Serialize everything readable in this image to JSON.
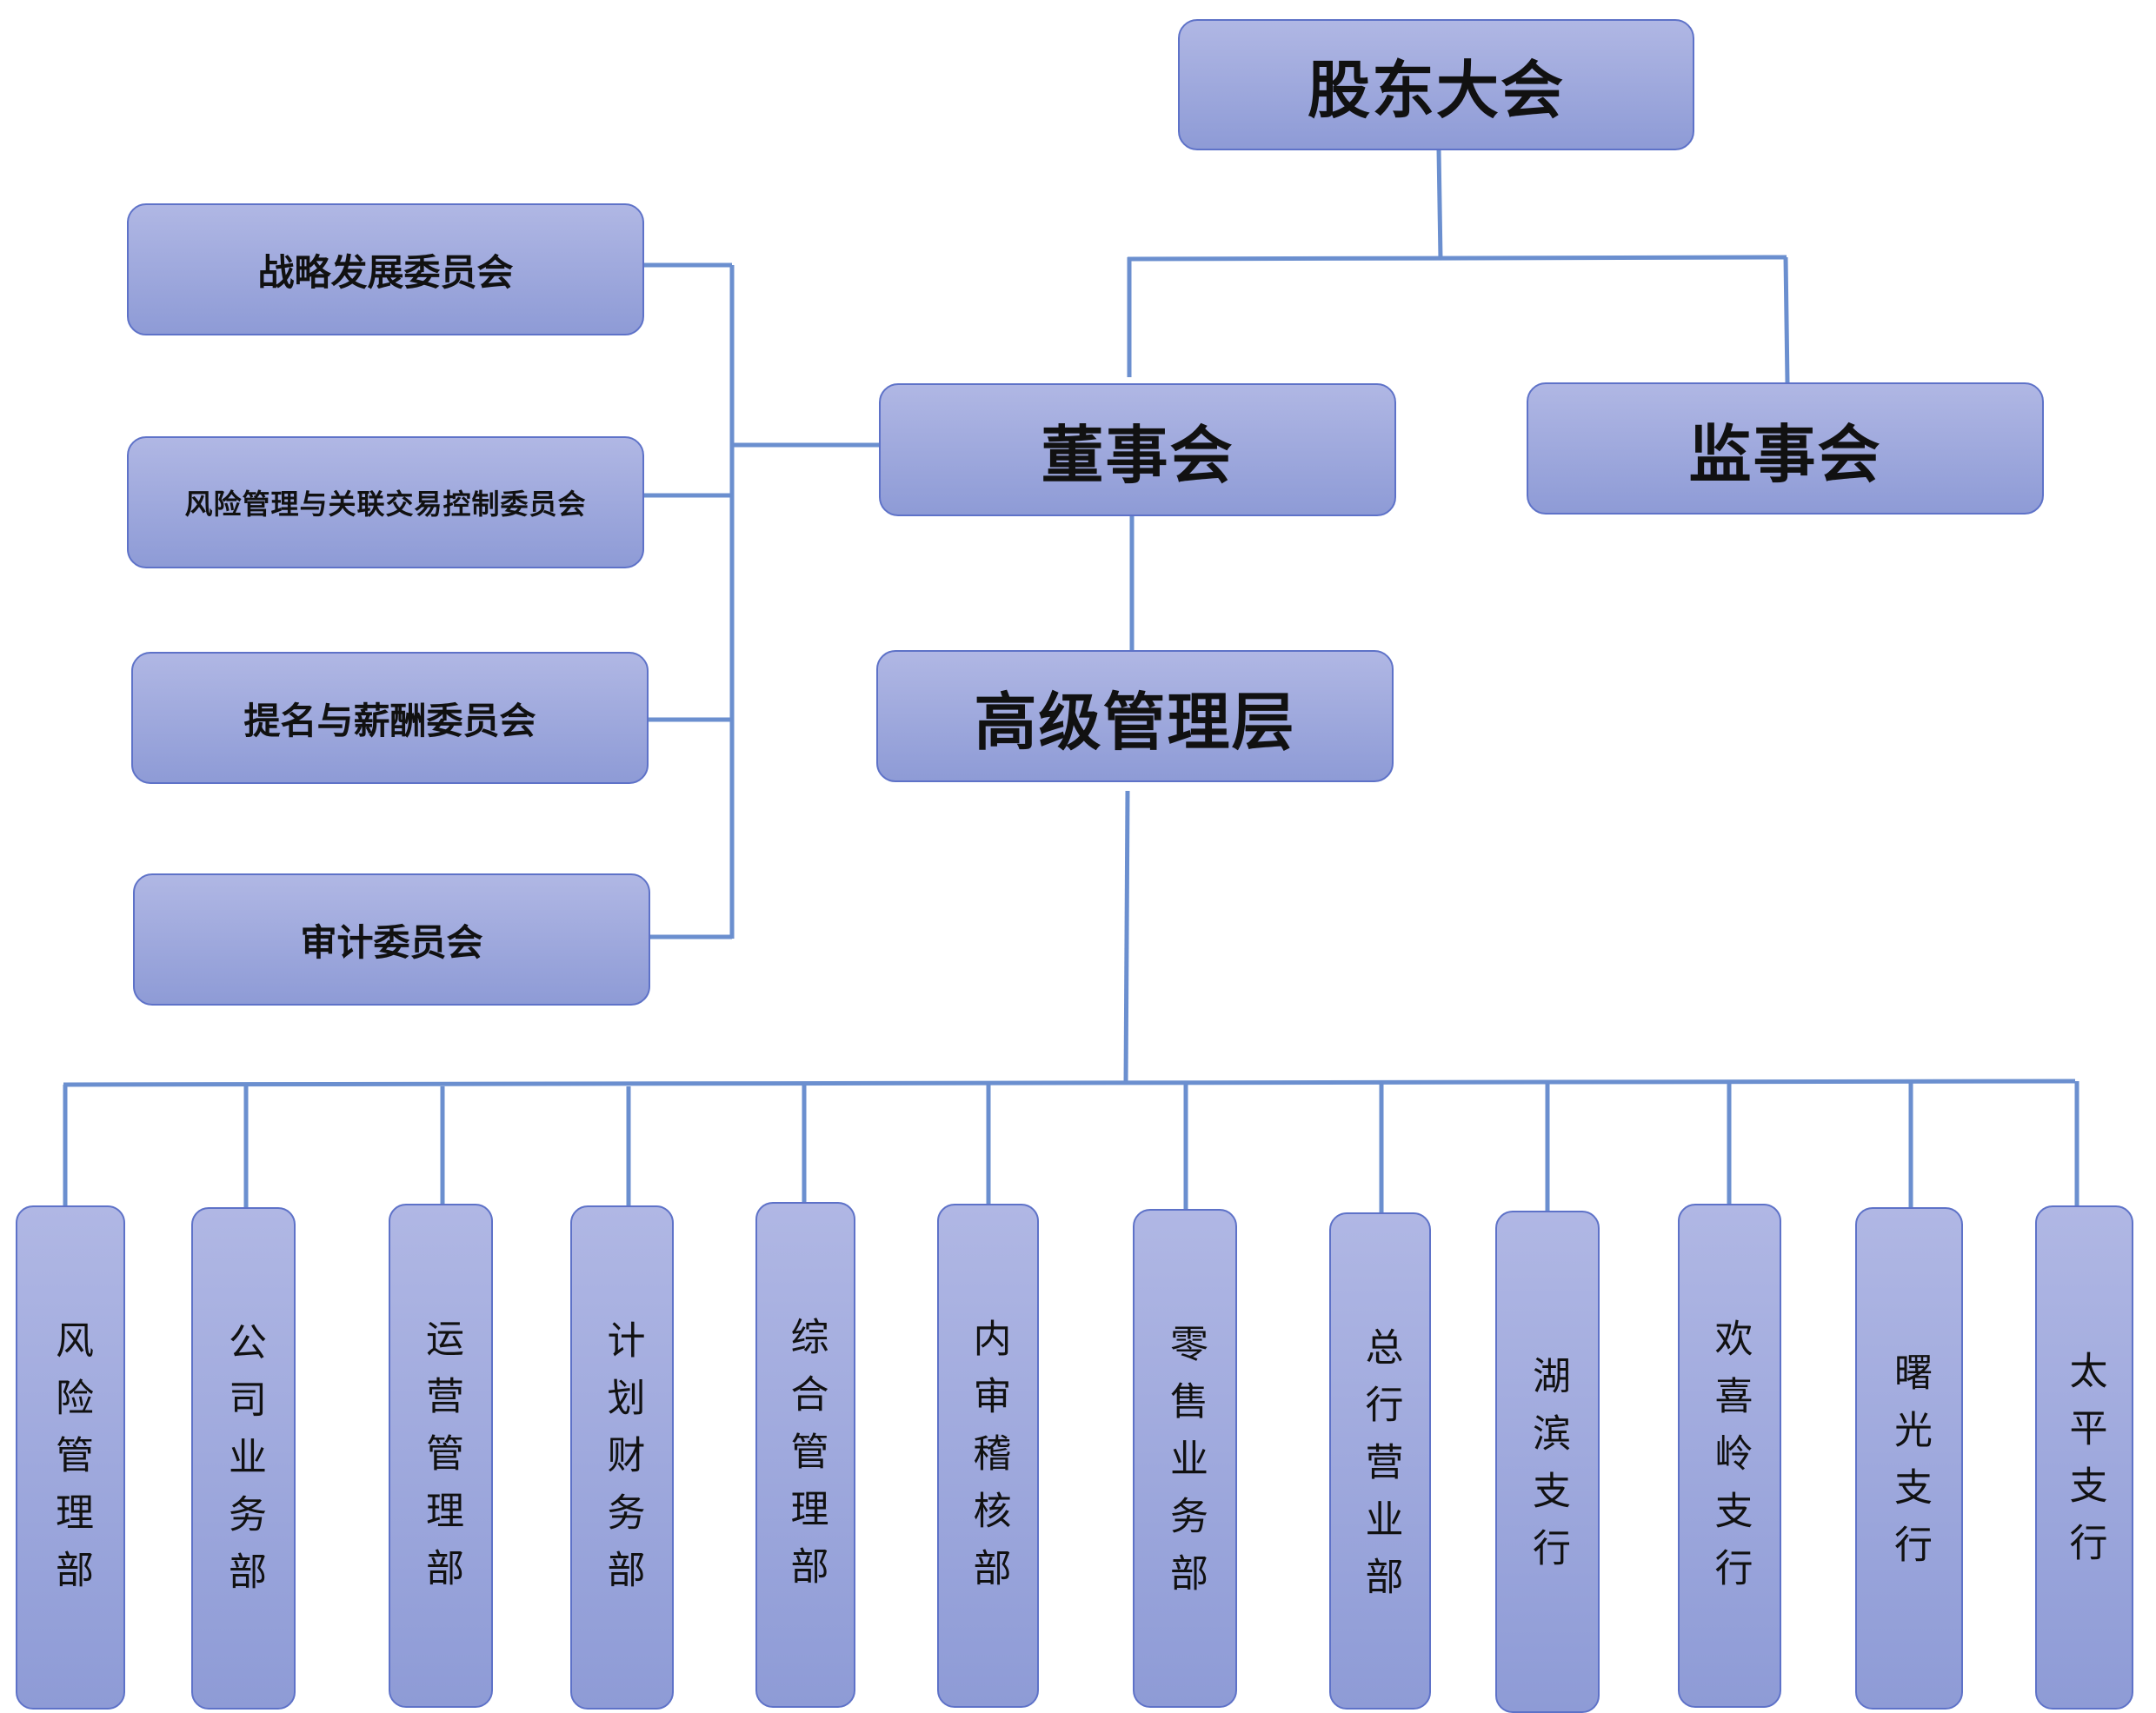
{
  "shareholders": "股东大会",
  "board": "董事会",
  "supervisory": "监事会",
  "management": "高级管理层",
  "committees": [
    "战略发展委员会",
    "风险管理与关联交易控制委员会",
    "提名与薪酬委员会",
    "审计委员会"
  ],
  "departments": [
    "风险管理部",
    "公司业务部",
    "运营管理部",
    "计划财务部",
    "综合管理部",
    "内审稽核部",
    "零售业务部",
    "总行营业部",
    "湖滨支行",
    "欢喜岭支行",
    "曙光支行",
    "太平支行"
  ],
  "colors": {
    "box_top": "#b0b7e4",
    "box_bottom": "#8e9bd6",
    "border": "#5e72c8",
    "line": "#6b8fcf"
  }
}
